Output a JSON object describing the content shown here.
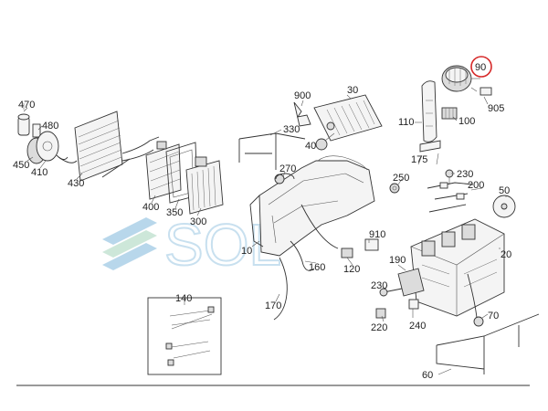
{
  "watermark": {
    "text": "SOL",
    "colors": [
      "#5aa8d8",
      "#8bc9a6"
    ]
  },
  "highlight": {
    "label": "90",
    "color": "#d62828"
  },
  "labels": {
    "l470": "470",
    "l480": "480",
    "l450": "450",
    "l410": "410",
    "l430": "430",
    "l400": "400",
    "l350": "350",
    "l300": "300",
    "l900": "900",
    "l30": "30",
    "l330": "330",
    "l40": "40",
    "l90": "90",
    "l905": "905",
    "l110": "110",
    "l100": "100",
    "l270": "270",
    "l175": "175",
    "l230a": "230",
    "l250": "250",
    "l200": "200",
    "l50": "50",
    "l10": "10",
    "l910": "910",
    "l160": "160",
    "l120": "120",
    "l190": "190",
    "l20": "20",
    "l230b": "230",
    "l170": "170",
    "l140": "140",
    "l220": "220",
    "l240": "240",
    "l70": "70",
    "l60": "60"
  }
}
